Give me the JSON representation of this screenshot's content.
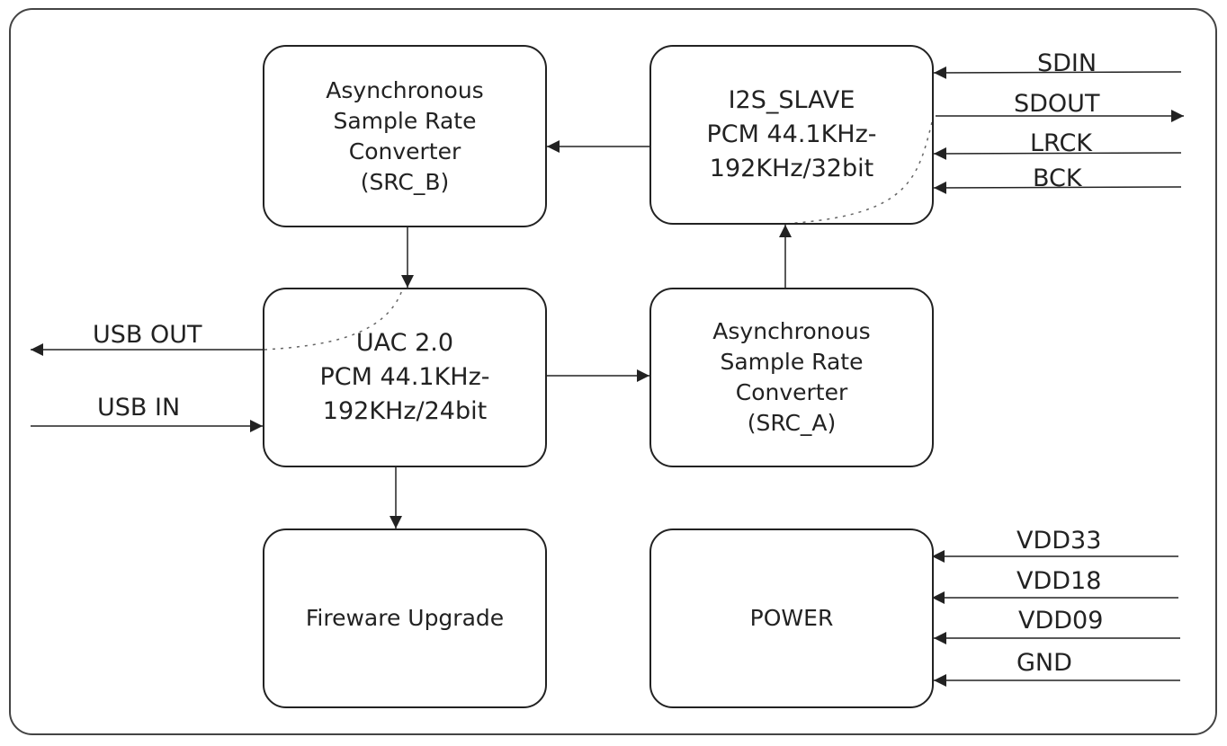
{
  "blocks": {
    "src_b": {
      "lines": [
        "Asynchronous",
        "Sample Rate",
        "Converter",
        "(SRC_B)"
      ]
    },
    "i2s": {
      "lines": [
        "I2S_SLAVE",
        "PCM 44.1KHz-",
        "192KHz/32bit"
      ]
    },
    "uac": {
      "lines": [
        "UAC 2.0",
        "PCM 44.1KHz-",
        "192KHz/24bit"
      ]
    },
    "src_a": {
      "lines": [
        "Asynchronous",
        "Sample Rate",
        "Converter",
        "(SRC_A)"
      ]
    },
    "firmware": {
      "lines": [
        "Fireware Upgrade"
      ]
    },
    "power": {
      "lines": [
        "POWER"
      ]
    }
  },
  "signals": {
    "i2s": [
      "SDIN",
      "SDOUT",
      "LRCK",
      "BCK"
    ],
    "usb": [
      "USB OUT",
      "USB IN"
    ],
    "power": [
      "VDD33",
      "VDD18",
      "VDD09",
      "GND"
    ]
  },
  "colors": {
    "stroke": "#222222",
    "frame": "#444444",
    "dotted": "#666666"
  }
}
